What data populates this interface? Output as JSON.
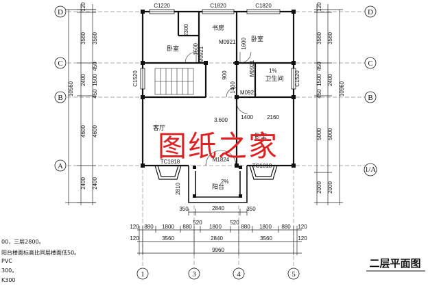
{
  "title": "二层平面图",
  "watermark": "图纸之家",
  "axes": {
    "rows": [
      "D",
      "C",
      "B",
      "A",
      "1/A"
    ],
    "cols": [
      "1",
      "3",
      "4",
      "5"
    ]
  },
  "windows": {
    "top_left": "C1220",
    "top_mid": "C1820",
    "top_right": "C1820",
    "left": "C1520",
    "right": "C1520",
    "bay_left": "TC1818",
    "bay_right": "TC1818"
  },
  "doors": {
    "m1": "M0921",
    "m2": "M0921",
    "m3": "M0921",
    "m4": "M0921",
    "main": "M1824"
  },
  "rooms": {
    "bed_left": "卧室",
    "study": "书房",
    "bed_right": "卧室",
    "bath": "卫生间",
    "living": "客厅",
    "bed_lower": "卧室",
    "balcony": "阳台"
  },
  "room_dims": {
    "study_w": "2300",
    "study_h": "1600",
    "bath_h": "1600",
    "d900": "900",
    "d1400": "1400",
    "d2160": "2160",
    "level": "3.600",
    "slope_bath": "1%",
    "slope_balc": "2%"
  },
  "left_dims": {
    "top": "120",
    "d1": "3560",
    "d2": "3560",
    "d3": "2400",
    "d3a": "450",
    "d3b": "1500",
    "d3c": "450",
    "total": "10560",
    "d4": "4600",
    "d5": "4600",
    "d6": "2400",
    "d7": "2400",
    "balc": "2810"
  },
  "right_dims": {
    "top": "120",
    "d1": "3560",
    "d2": "3560",
    "d3": "2400",
    "d3a": "450",
    "d3b": "1500",
    "d3c": "450",
    "total": "10960",
    "d4": "5000",
    "d5": "5000",
    "d6": "2000",
    "d7": "2000",
    "c1400": "1400"
  },
  "bottom_dims": {
    "r1": [
      "120",
      "880",
      "1800",
      "880",
      "520",
      "1800",
      "520",
      "880",
      "1800",
      "880",
      "120"
    ],
    "r2": [
      "120",
      "3560",
      "2840",
      "3560",
      "120"
    ],
    "total": "9960",
    "balc_350a": "350",
    "balc_2840": "2840",
    "balc_350b": "350"
  },
  "notes": [
    "00，三层2800。",
    "阳台楼面标高比同层楼面低50。",
    "PVC",
    "300。",
    "K300"
  ]
}
